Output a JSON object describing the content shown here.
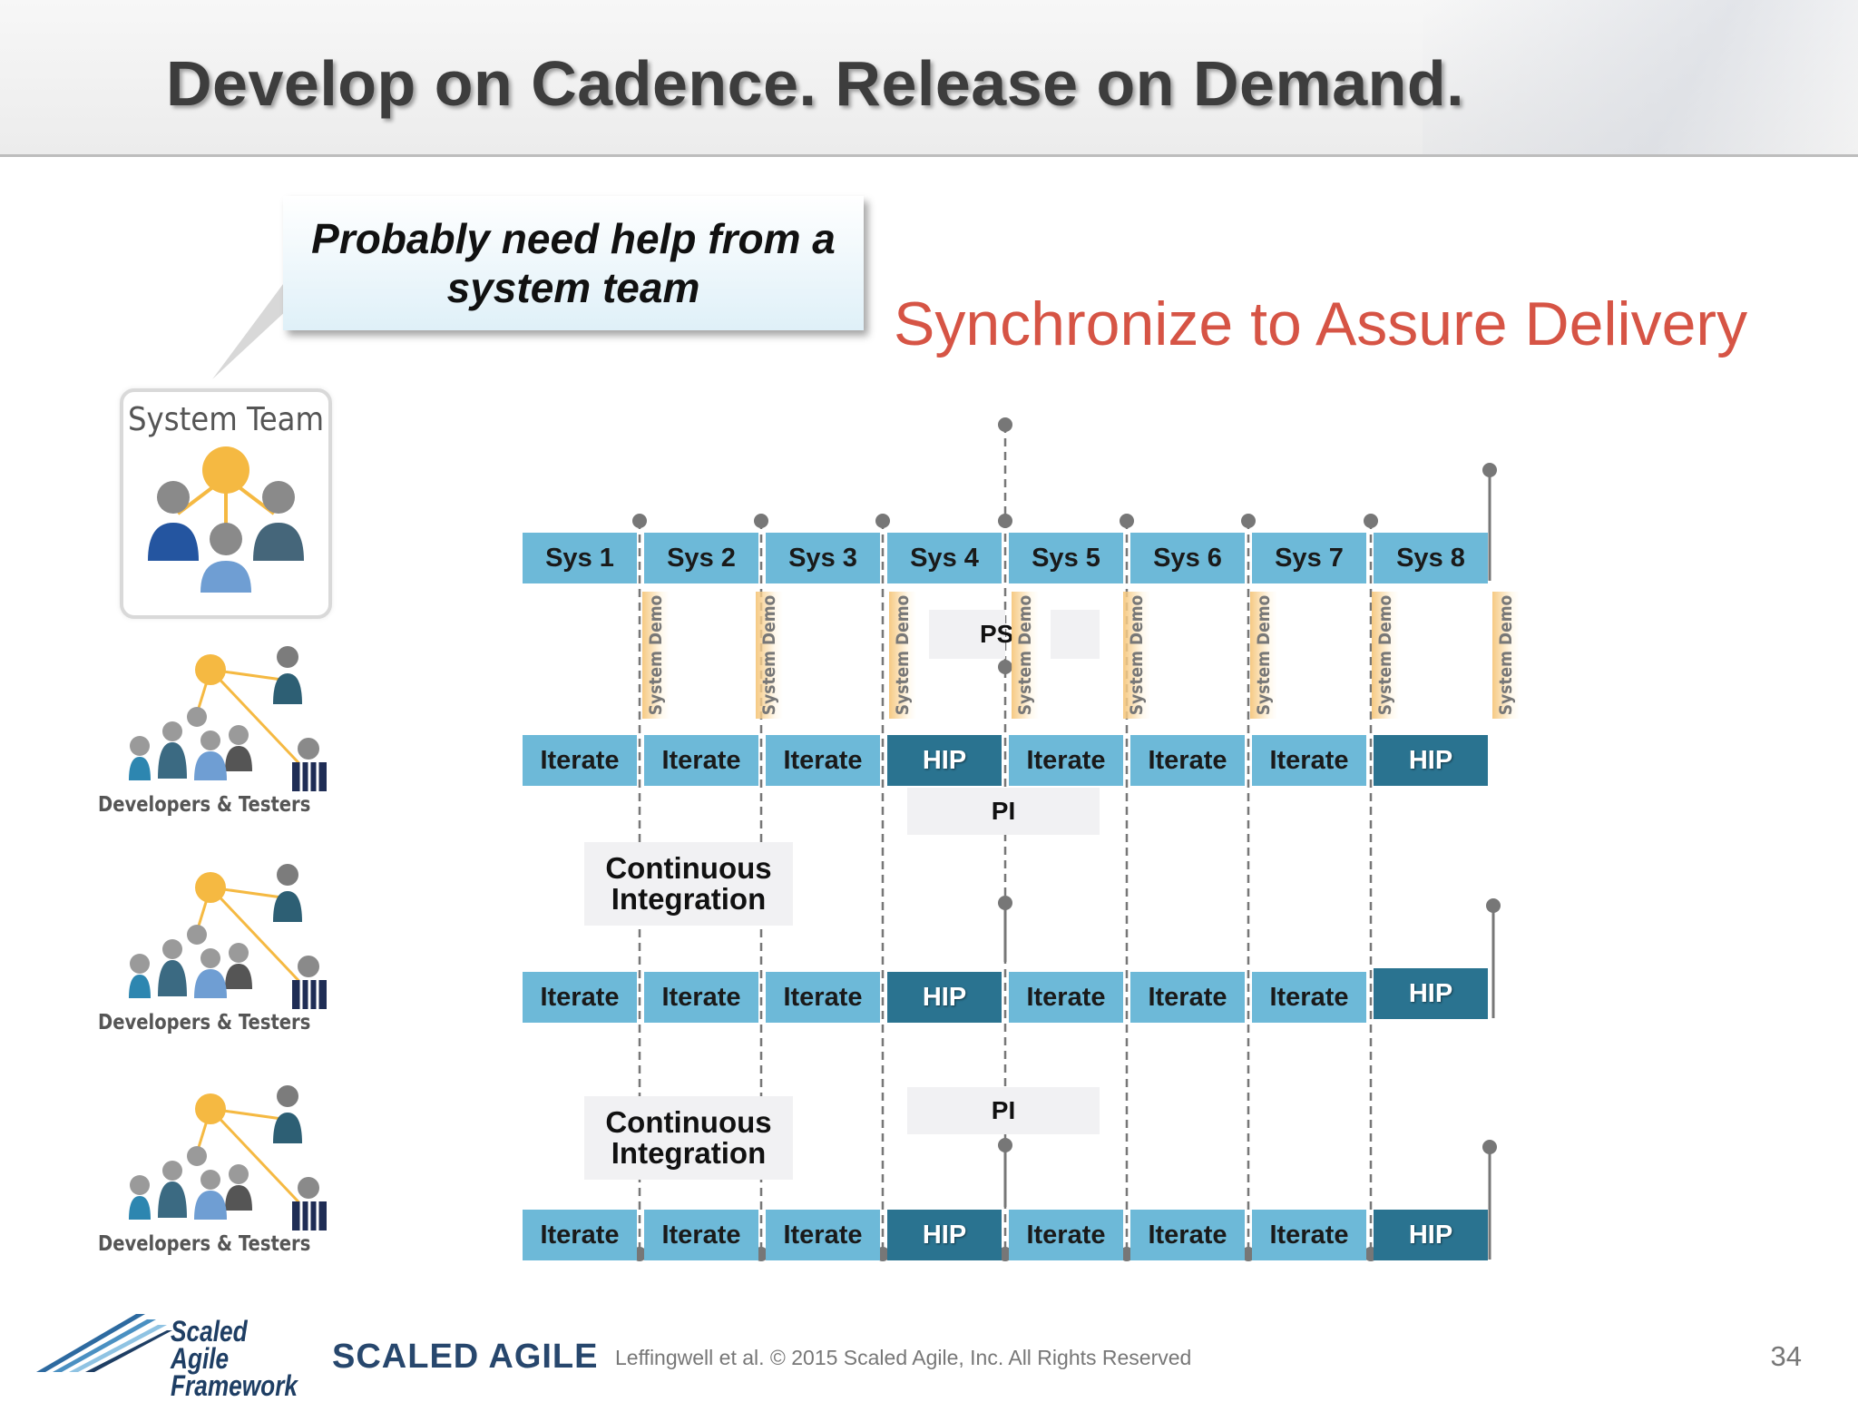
{
  "slide": {
    "title": "Develop on Cadence. Release on Demand.",
    "callout": "Probably need help from a system team",
    "subtitle": "Synchronize to Assure Delivery",
    "footer": "Leffingwell et al. © 2015 Scaled Agile, Inc. All Rights Reserved",
    "page_number": "34",
    "logo_framework": "Scaled Agile Framework",
    "logo_company": "SCALED AGILE"
  },
  "teams": {
    "system_team_label": "System Team",
    "dev_team_label": "Developers & Testers"
  },
  "diagram": {
    "sys_cells": [
      "Sys 1",
      "Sys 2",
      "Sys 3",
      "Sys 4",
      "Sys 5",
      "Sys 6",
      "Sys 7",
      "Sys 8"
    ],
    "row_cells": [
      "Iterate",
      "Iterate",
      "Iterate",
      "HIP",
      "Iterate",
      "Iterate",
      "Iterate",
      "HIP"
    ],
    "demo_label": "System Demo",
    "ci_label": "Continuous Integration",
    "pi_label": "PI",
    "ps_label": "PS"
  },
  "colors": {
    "iterate": "#6db9d8",
    "hip": "#2a7390",
    "subtitle": "#d65445",
    "demo_band": "#f5c476"
  }
}
